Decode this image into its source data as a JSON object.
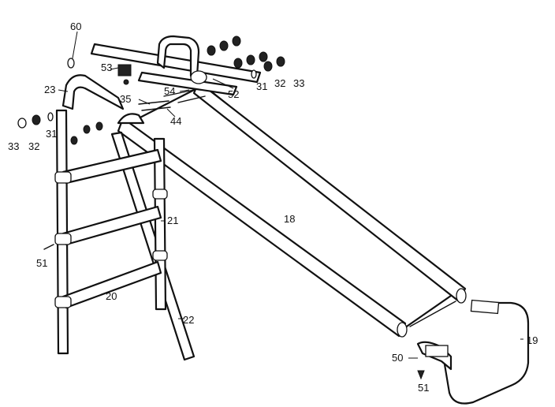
{
  "labels": {
    "l60": "60",
    "l53": "53",
    "l54": "54",
    "l23": "23",
    "l35": "35",
    "l44": "44",
    "l52": "52",
    "l31a": "31",
    "l32a": "32",
    "l33a": "33",
    "l31b": "31",
    "l32b": "32",
    "l33b": "33",
    "l18": "18",
    "l21": "21",
    "l51a": "51",
    "l20": "20",
    "l22": "22",
    "l19": "19",
    "l50": "50",
    "l51b": "51"
  }
}
